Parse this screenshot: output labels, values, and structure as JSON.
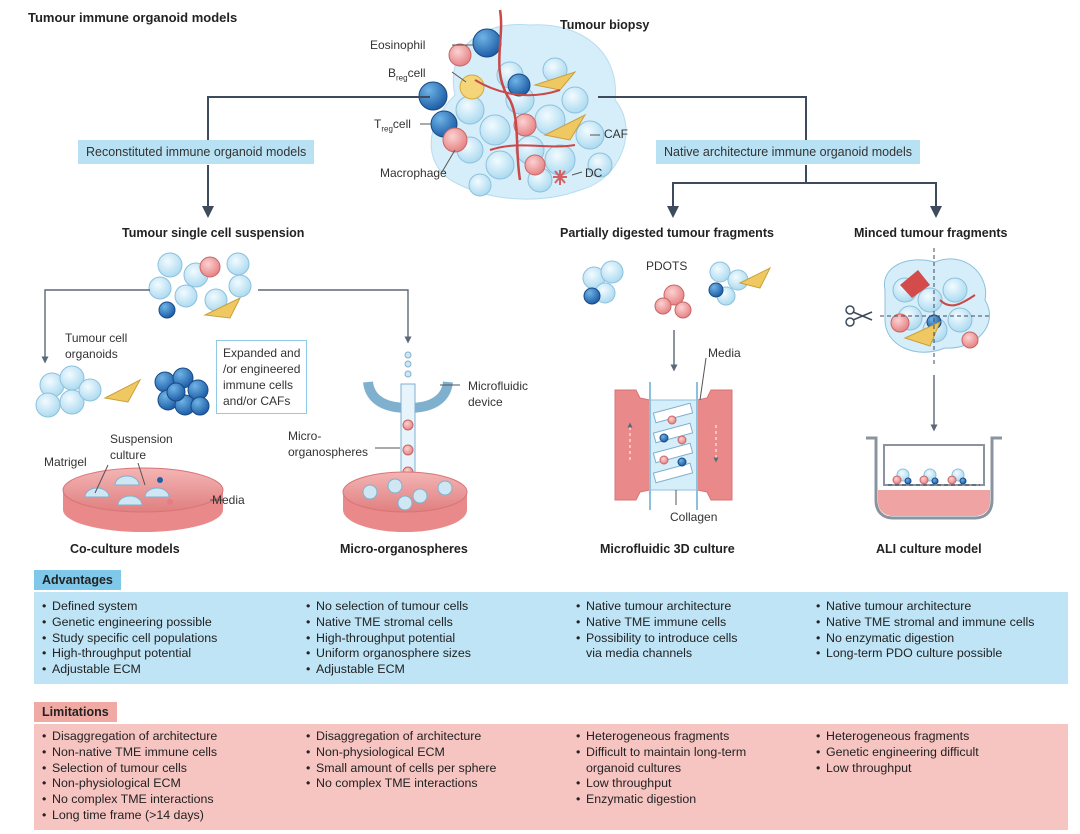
{
  "title": "Tumour immune organoid models",
  "biopsy": {
    "title": "Tumour biopsy",
    "labels": {
      "eosinophil": "Eosinophil",
      "breg_main": "B",
      "breg_sub": "reg",
      "breg_suffix": "cell",
      "treg_main": "T",
      "treg_sub": "reg",
      "treg_suffix": "cell",
      "macrophage": "Macrophage",
      "caf": "CAF",
      "dc": "DC"
    }
  },
  "branches": {
    "reconstituted": "Reconstituted immune organoid models",
    "native": "Native architecture immune organoid models"
  },
  "subheadings": {
    "single_cell": "Tumour single cell suspension",
    "partially_digested": "Partially digested tumour fragments",
    "minced": "Minced tumour fragments"
  },
  "labels": {
    "tumour_cell_organoids": [
      "Tumour cell",
      "organoids"
    ],
    "expanded_callout": [
      "Expanded and",
      "/or engineered",
      "immune cells",
      "and/or CAFs"
    ],
    "suspension_culture": [
      "Suspension",
      "culture"
    ],
    "matrigel": "Matrigel",
    "media_left": "Media",
    "microfluidic_device": [
      "Microfluidic",
      "device"
    ],
    "micro_organospheres": [
      "Micro-",
      "organospheres"
    ],
    "pdots": "PDOTS",
    "media_right": "Media",
    "collagen": "Collagen"
  },
  "models": {
    "coculture": "Co-culture models",
    "micro": "Micro-organospheres",
    "microfluidic": "Microfluidic 3D culture",
    "ali": "ALI culture model"
  },
  "advantages": {
    "label": "Advantages",
    "columns": [
      [
        "Defined system",
        "Genetic engineering possible",
        "Study specific cell populations",
        "High-throughput potential",
        "Adjustable ECM"
      ],
      [
        "No selection of tumour cells",
        "Native TME stromal cells",
        "High-throughput potential",
        "Uniform organosphere sizes",
        "Adjustable ECM"
      ],
      [
        "Native tumour architecture",
        "Native TME immune cells",
        "Possibility to introduce cells",
        "via media channels"
      ],
      [
        "Native tumour architecture",
        "Native TME stromal and immune cells",
        "No enzymatic digestion",
        "Long-term PDO culture possible"
      ]
    ]
  },
  "limitations": {
    "label": "Limitations",
    "columns": [
      [
        "Disaggregation of architecture",
        "Non-native TME immune cells",
        "Selection of tumour cells",
        "Non-physiological ECM",
        "No complex TME interactions",
        "Long time frame (>14 days)"
      ],
      [
        "Disaggregation of architecture",
        "Non-physiological ECM",
        "Small amount of cells per sphere",
        "No complex TME interactions"
      ],
      [
        "Heterogeneous fragments",
        "Difficult to maintain long-term",
        "organoid cultures",
        "Low throughput",
        "Enzymatic digestion"
      ],
      [
        "Heterogeneous fragments",
        "Genetic engineering difficult",
        "Low throughput"
      ]
    ]
  },
  "colors": {
    "blue_panel": "#bfe4f6",
    "blue_tag": "#7fc8ea",
    "red_panel": "#f6c5c2",
    "red_tag": "#f1a9a4",
    "connector": "#3d4b5c"
  }
}
